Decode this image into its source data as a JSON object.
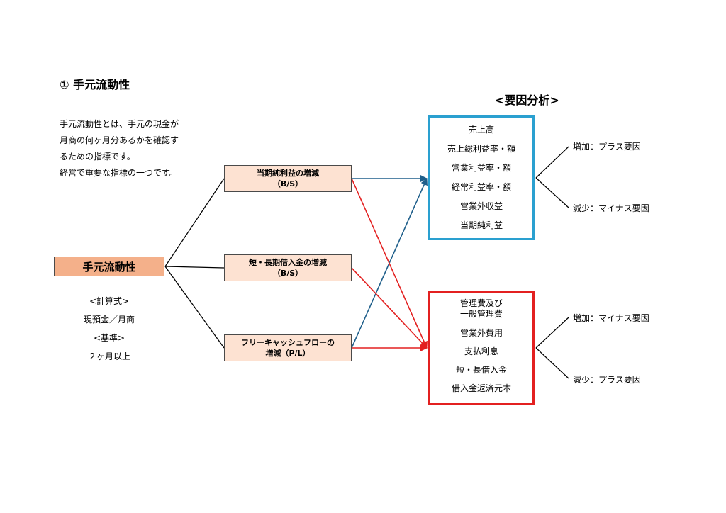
{
  "title": "① 手元流動性",
  "description": [
    "手元流動性とは、手元の現金が",
    "月商の何ヶ月分あるかを確認す",
    "るための指標です。",
    "経営で重要な指標の一つです。"
  ],
  "main": {
    "label": "手元流動性",
    "formula_heading": "<計算式>",
    "formula": "現預金／月商",
    "standard_heading": "<基準>",
    "standard": "２ヶ月以上"
  },
  "items": [
    {
      "line1": "当期純利益の増減",
      "line2": "（B/S）"
    },
    {
      "line1": "短・長期借入金の増減",
      "line2": "（B/S）"
    },
    {
      "line1": "フリーキャッシュフローの",
      "line2": "増減（P/L）"
    }
  ],
  "analysis_heading": "<要因分析>",
  "positive_factors": [
    "売上高",
    "売上総利益率・額",
    "営業利益率・額",
    "経常利益率・額",
    "営業外収益",
    "当期純利益"
  ],
  "negative_factors": [
    "管理費及び",
    "一般管理費",
    "営業外費用",
    "支払利息",
    "短・長借入金",
    "借入金返済元本"
  ],
  "positive_effects": {
    "increase": "増加：プラス要因",
    "decrease": "減少：マイナス要因"
  },
  "negative_effects": {
    "increase": "増加：マイナス要因",
    "decrease": "減少：プラス要因"
  },
  "colors": {
    "main_fill": "#f4b08a",
    "item_fill": "#fde2d2",
    "positive_border": "#2aa0d0",
    "negative_border": "#e32020",
    "blue_arrow": "#1f5f8b",
    "red_arrow": "#e32020"
  }
}
